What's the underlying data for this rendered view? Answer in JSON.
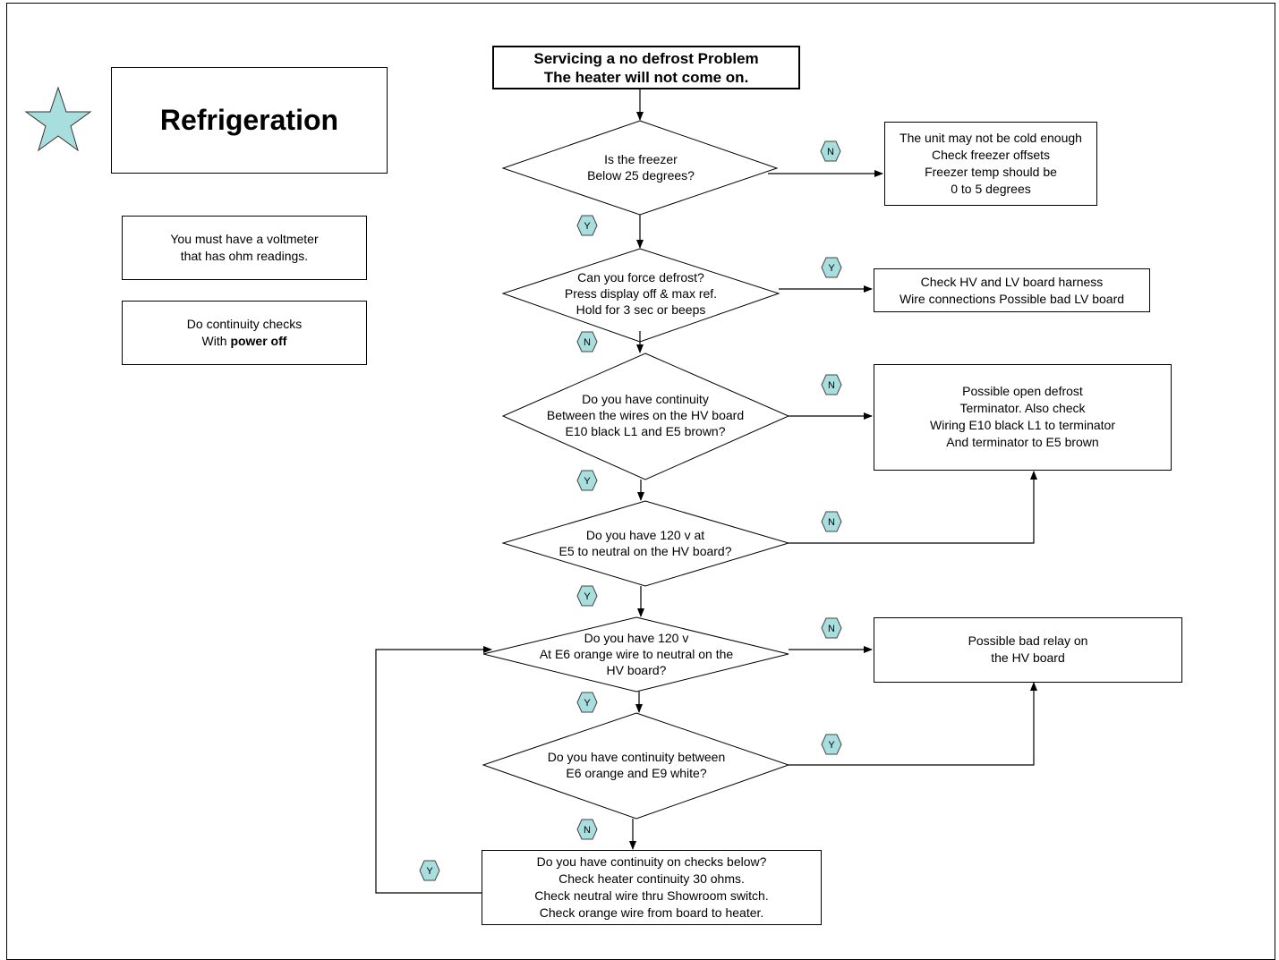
{
  "brand": {
    "title": "Refrigeration"
  },
  "notes": {
    "voltmeter": [
      "You must have a voltmeter",
      "that has ohm readings."
    ],
    "continuity": {
      "line1": "Do continuity checks",
      "prefix": "With ",
      "bold": "power off"
    }
  },
  "start": [
    "Servicing a no defrost Problem",
    "The heater will not  come on."
  ],
  "decisions": [
    [
      "Is the freezer",
      "Below 25 degrees?"
    ],
    [
      "Can you force defrost?",
      "Press display off & max ref.",
      "Hold for 3 sec or beeps"
    ],
    [
      "Do you have continuity",
      "Between the wires on the HV board",
      "E10 black L1 and E5 brown?"
    ],
    [
      "Do you have 120 v at",
      "E5 to neutral on the HV board?"
    ],
    [
      "Do you have 120 v",
      "At E6 orange wire to neutral on the",
      "HV board?"
    ],
    [
      "Do you have continuity between",
      "E6 orange and E9 white?"
    ]
  ],
  "outcomes": [
    [
      "The unit may not be cold enough",
      "Check freezer offsets",
      "Freezer temp should be",
      "0 to 5 degrees"
    ],
    [
      "Check HV and LV board harness",
      "Wire connections Possible bad LV board"
    ],
    [
      "Possible open defrost",
      "Terminator. Also check",
      "Wiring E10 black L1 to terminator",
      "And terminator to E5 brown"
    ],
    [
      "Possible bad relay on",
      "the HV board"
    ]
  ],
  "final_check": [
    "Do you have continuity on checks below?",
    "Check heater continuity 30 ohms.",
    "Check neutral wire thru Showroom switch.",
    "Check orange wire from board to heater."
  ],
  "badges": [
    "N",
    "Y",
    "Y",
    "N",
    "N",
    "Y",
    "N",
    "Y",
    "N",
    "Y",
    "Y",
    "N",
    "Y"
  ],
  "colors": {
    "star_fill": "#a9dede",
    "badge_fill": "#a9dede",
    "line": "#000000"
  }
}
